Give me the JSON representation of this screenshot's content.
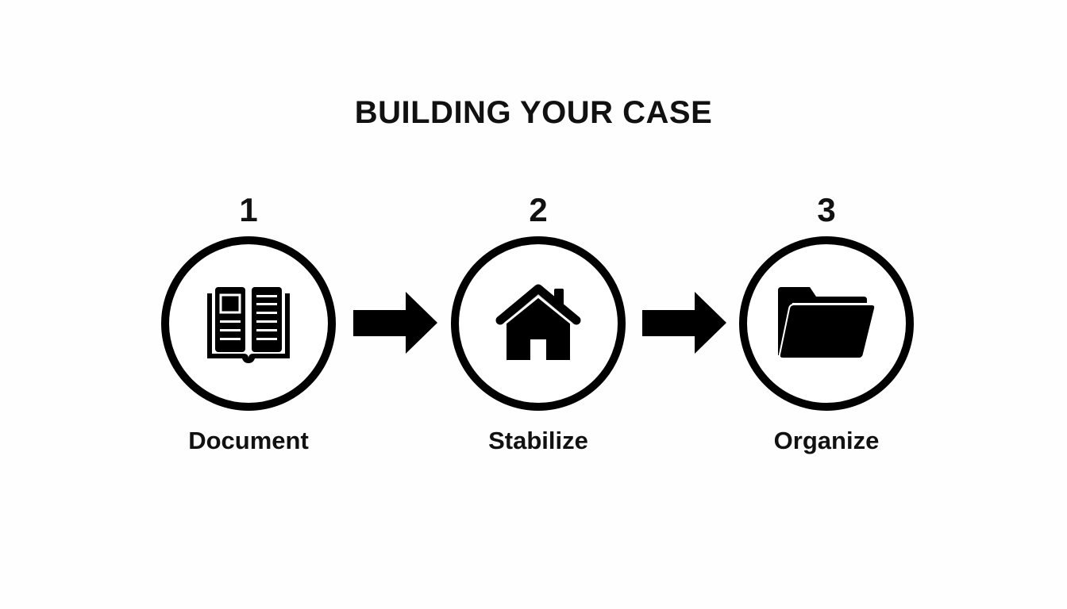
{
  "title": "BUILDING YOUR CASE",
  "steps": [
    {
      "number": "1",
      "label": "Document",
      "icon": "open-book-icon"
    },
    {
      "number": "2",
      "label": "Stabilize",
      "icon": "house-icon"
    },
    {
      "number": "3",
      "label": "Organize",
      "icon": "folder-icon"
    }
  ],
  "connectors": [
    {
      "icon": "arrow-right-icon",
      "from": "1",
      "to": "2"
    },
    {
      "icon": "arrow-right-icon",
      "from": "2",
      "to": "3"
    }
  ],
  "colors": {
    "foreground": "#000000",
    "background": "#fefefe"
  }
}
